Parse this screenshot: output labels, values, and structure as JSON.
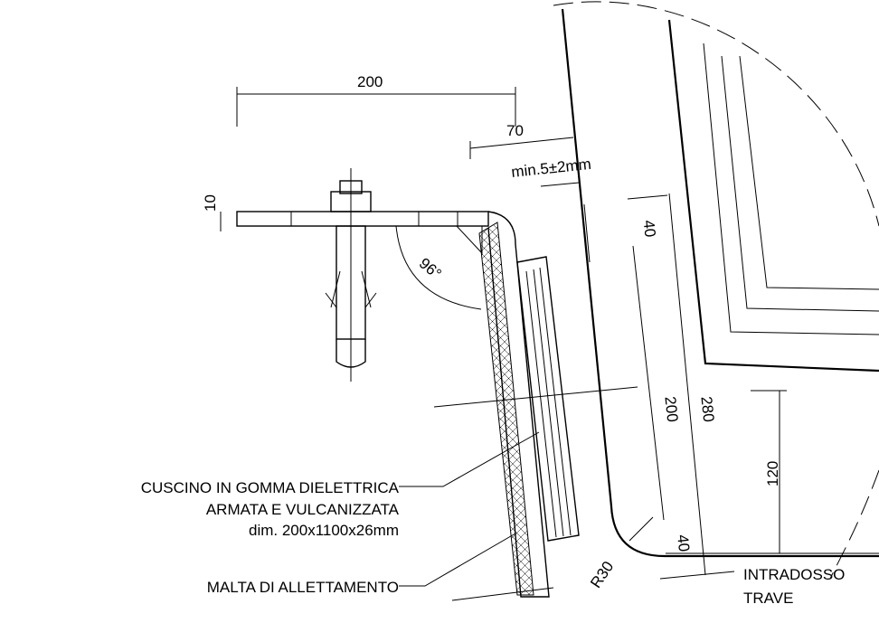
{
  "dimensions": {
    "d200_top": "200",
    "d70": "70",
    "gap": "min.5±2mm",
    "d10": "10",
    "d40_top": "40",
    "d200_vert": "200",
    "d280": "280",
    "d120": "120",
    "d40_bottom": "40",
    "radius": "R30",
    "angle": "96°"
  },
  "labels": {
    "cushion_line1": "CUSCINO IN GOMMA DIELETTRICA",
    "cushion_line2": "ARMATA E VULCANIZZATA",
    "cushion_line3": "dim. 200x1100x26mm",
    "mortar": "MALTA DI ALLETTAMENTO",
    "intrados_line1": "INTRADOSSO",
    "intrados_line2": "TRAVE"
  }
}
